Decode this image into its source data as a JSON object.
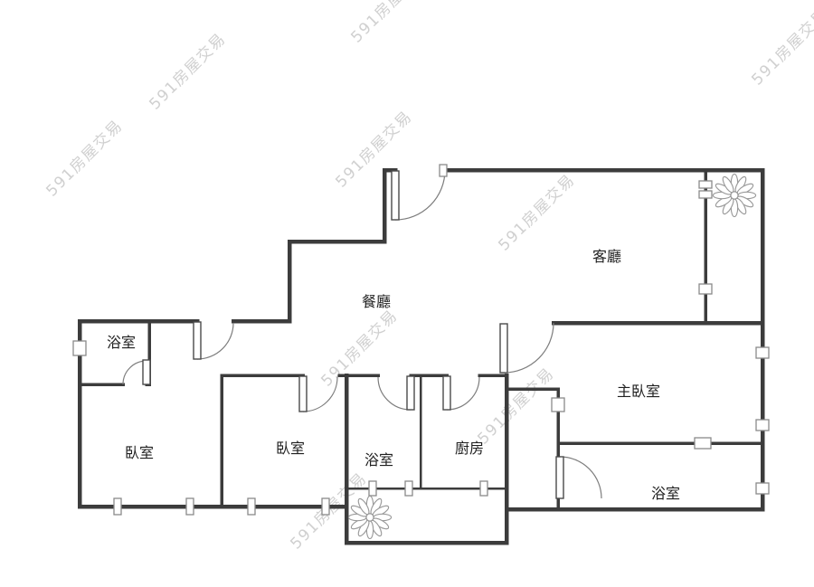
{
  "watermark": {
    "text": "591房屋交易",
    "color": "#c8c8c8"
  },
  "plan": {
    "wall_color": "#3c3c3c",
    "rooms": {
      "living": {
        "label": "客廳"
      },
      "dining": {
        "label": "餐廳"
      },
      "bath_top_left": {
        "label": "浴室"
      },
      "bedroom_left": {
        "label": "臥室"
      },
      "bedroom_middle": {
        "label": "臥室"
      },
      "bath_middle": {
        "label": "浴室"
      },
      "kitchen": {
        "label": "廚房"
      },
      "master_bedroom": {
        "label": "主臥室"
      },
      "bath_right": {
        "label": "浴室"
      }
    }
  }
}
